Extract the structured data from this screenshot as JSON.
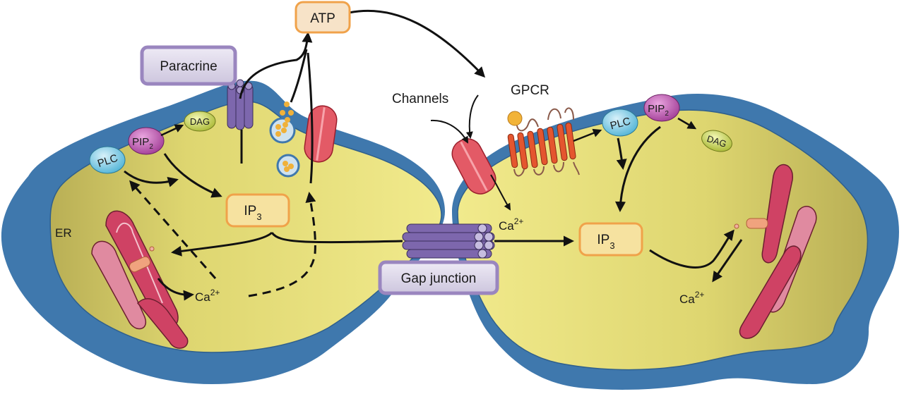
{
  "diagram": {
    "title": "Intercellular calcium wave signaling",
    "colors": {
      "membrane": "#3f78ad",
      "cytoplasm": "#e9e27e",
      "cytoplasm_dark": "#bcb257",
      "orange_box_border": "#f0a24a",
      "orange_box_fill": "#f7e3c8",
      "ip3_box_fill": "#f6e2a0",
      "purple_box_border": "#9a86bf",
      "purple_box_fill": "#d9d4e6",
      "plc": "#7cc9e3",
      "pip2": "#c15ab3",
      "dag": "#c8d54c",
      "channel": "#d6424e",
      "pannexin": "#7d67ad",
      "gpcr": "#e4562f",
      "er": "#cf4264",
      "arrow": "#111111"
    },
    "labels": {
      "atp": "ATP",
      "paracrine": "Paracrine",
      "channels": "Channels",
      "gpcr": "GPCR",
      "gap_junction": "Gap junction",
      "er": "ER"
    },
    "left_cell": {
      "plc": "PLC",
      "pip2_main": "PIP",
      "pip2_sub": "2",
      "dag": "DAG",
      "ip3_main": "IP",
      "ip3_sub": "3",
      "ca_main": "Ca",
      "ca_sup": "2+"
    },
    "right_cell": {
      "plc": "PLC",
      "pip2_main": "PIP",
      "pip2_sub": "2",
      "dag": "DAG",
      "ip3_main": "IP",
      "ip3_sub": "3",
      "ca_channel_main": "Ca",
      "ca_channel_sup": "2+",
      "ca_er_main": "Ca",
      "ca_er_sup": "2+"
    }
  }
}
